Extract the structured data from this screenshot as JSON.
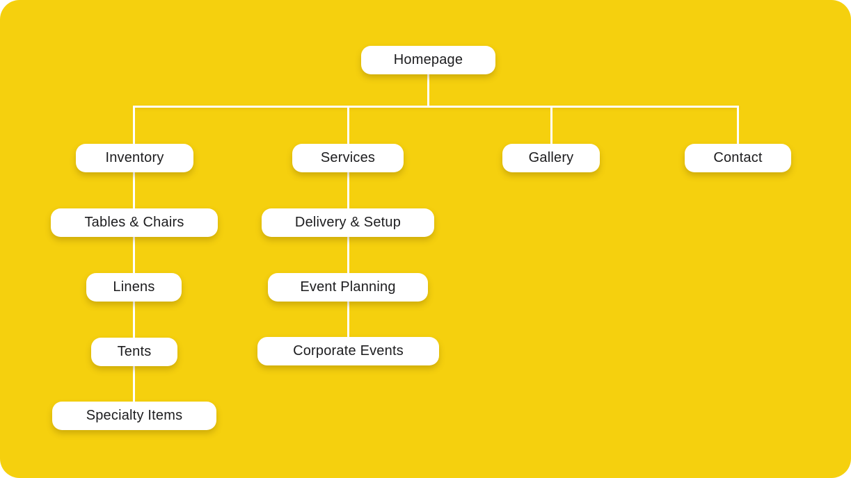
{
  "colors": {
    "canvas-bg": "#F5D00E",
    "node-bg": "#FFFFFF",
    "connector": "#FFFFFF",
    "text": "#1C1C1E"
  },
  "sitemap": {
    "root": "Homepage",
    "branches": [
      {
        "label": "Inventory",
        "children": [
          "Tables & Chairs",
          "Linens",
          "Tents",
          "Specialty Items"
        ]
      },
      {
        "label": "Services",
        "children": [
          "Delivery & Setup",
          "Event Planning",
          "Corporate Events"
        ]
      },
      {
        "label": "Gallery",
        "children": []
      },
      {
        "label": "Contact",
        "children": []
      }
    ]
  }
}
